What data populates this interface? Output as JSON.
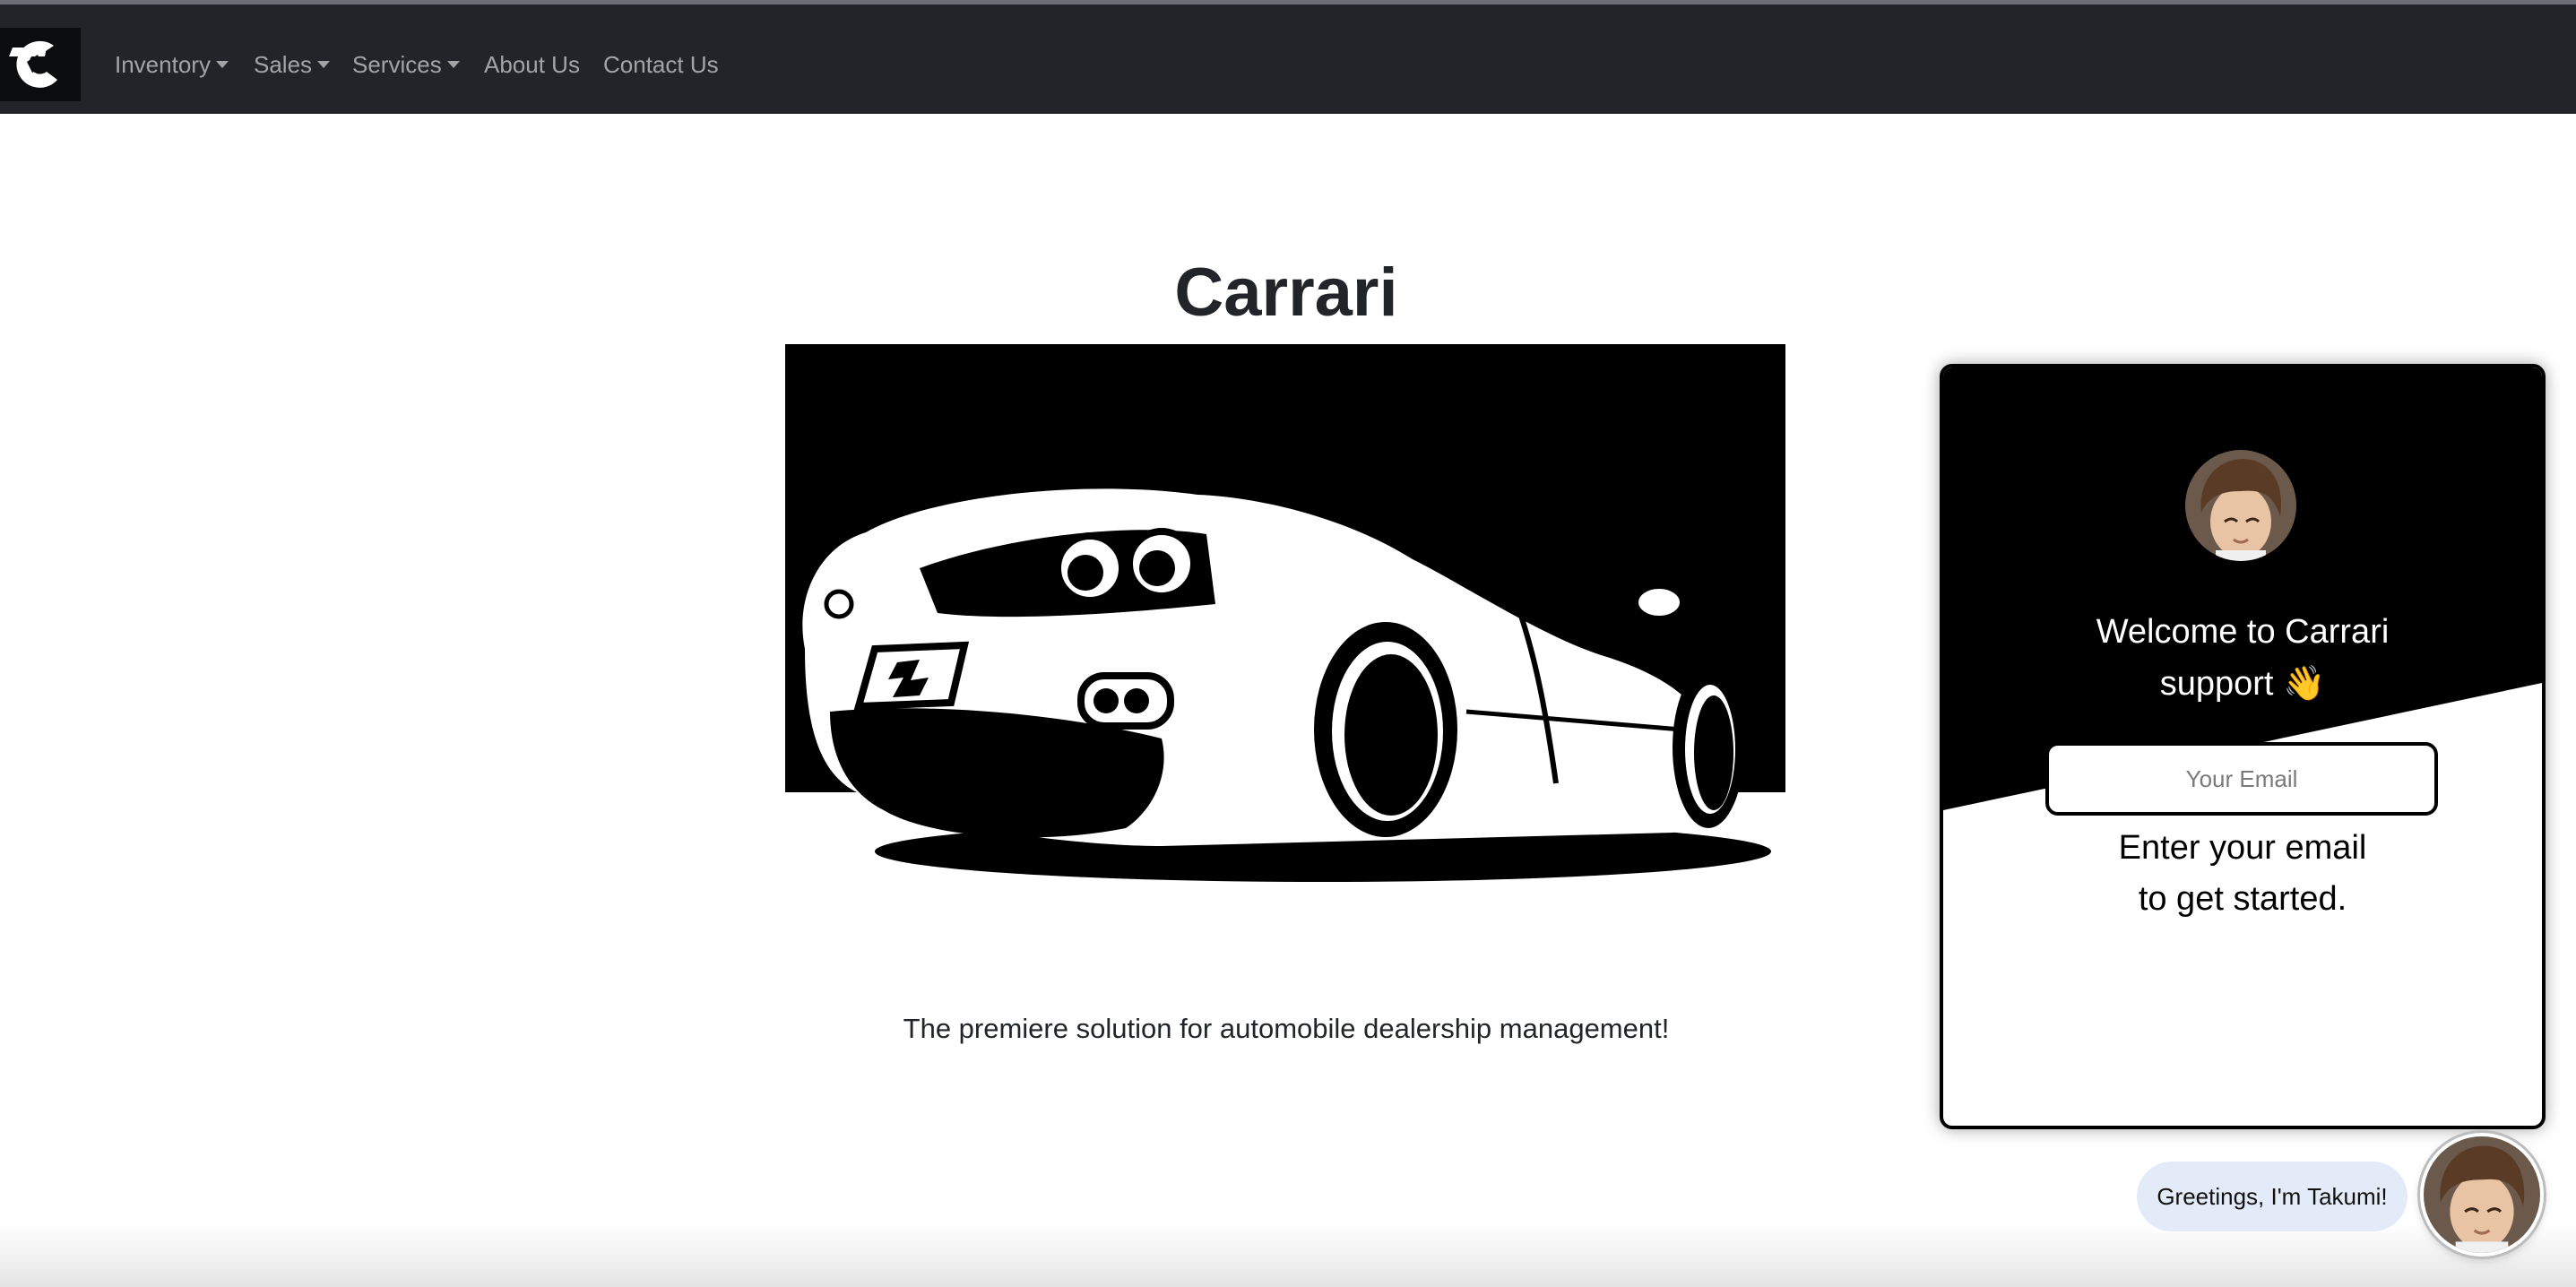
{
  "navbar": {
    "items": [
      {
        "label": "Inventory",
        "dropdown": true
      },
      {
        "label": "Sales",
        "dropdown": true
      },
      {
        "label": "Services",
        "dropdown": true
      },
      {
        "label": "About Us",
        "dropdown": false
      },
      {
        "label": "Contact Us",
        "dropdown": false
      }
    ]
  },
  "main": {
    "title": "Carrari",
    "tagline": "The premiere solution for automobile dealership management!"
  },
  "chat": {
    "welcome_line1": "Welcome to Carrari",
    "welcome_line2": "support 👋",
    "email_placeholder": "Your Email",
    "hint_line1": "Enter your email",
    "hint_line2": "to get started.",
    "greeting": "Greetings, I'm Takumi!"
  },
  "colors": {
    "navbar": "#212529",
    "nav_link": "#9a9c9f",
    "greeting_bubble": "#e4ebf8"
  }
}
